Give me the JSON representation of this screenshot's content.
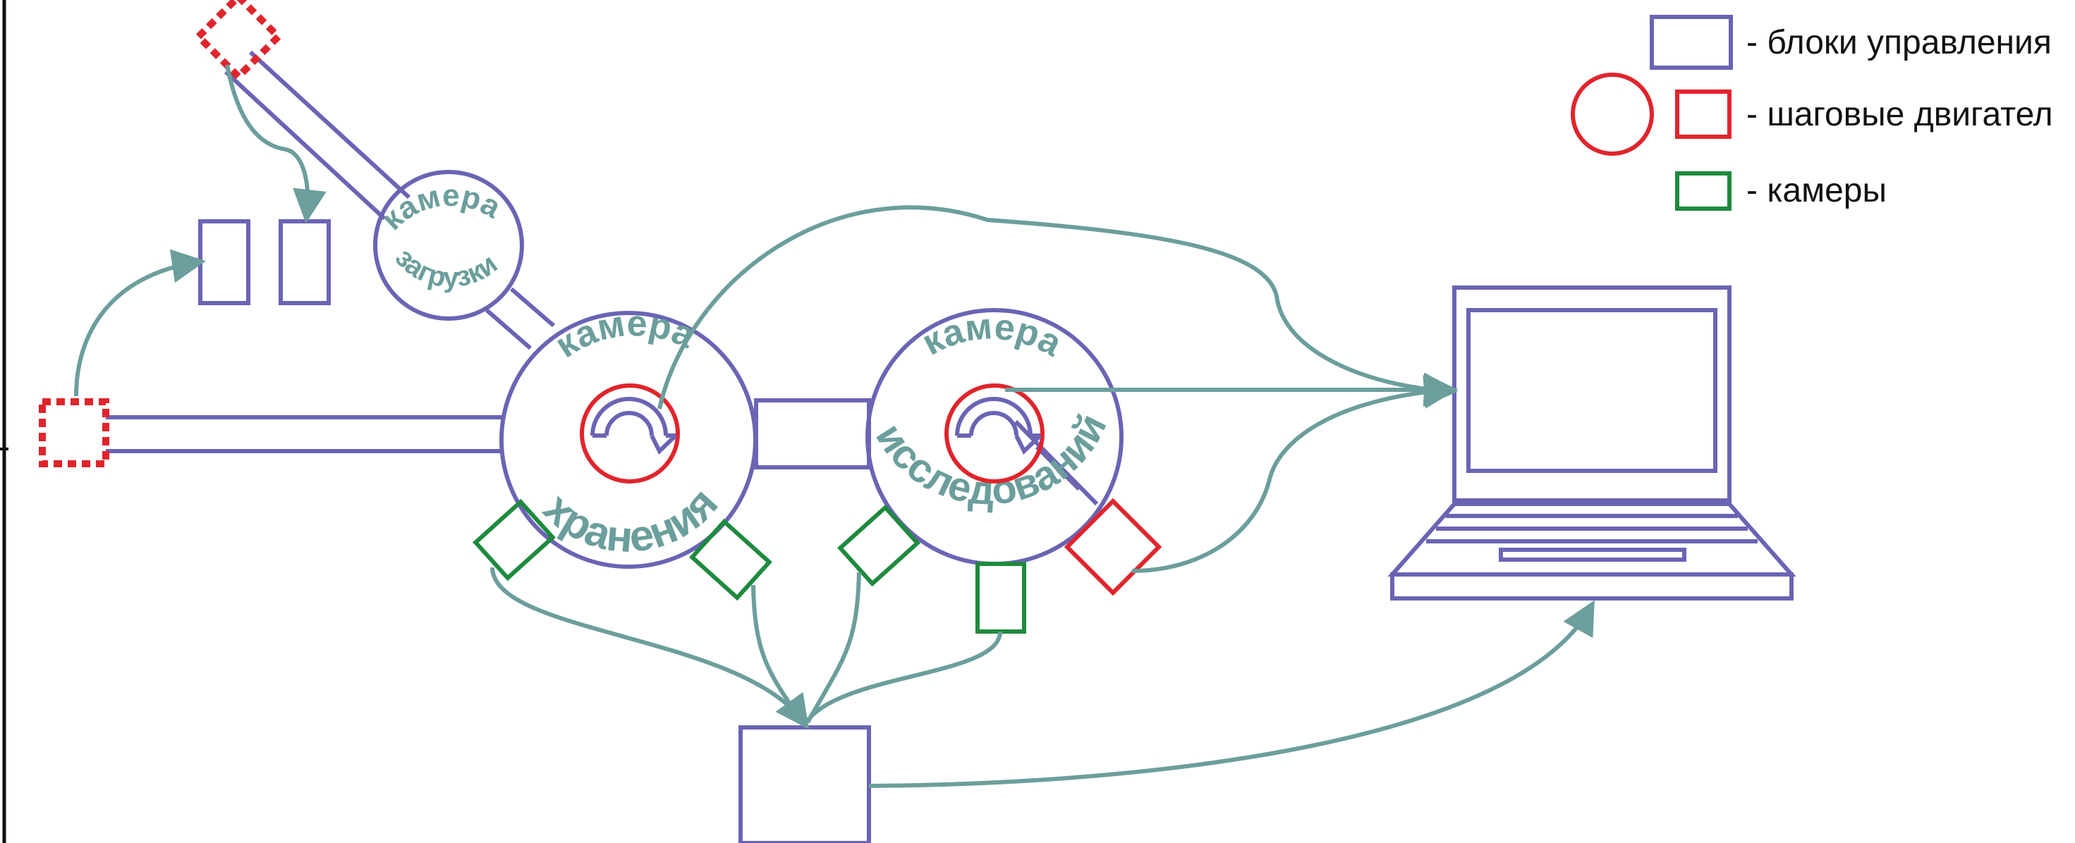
{
  "legend": {
    "control_units": "- блоки управления",
    "stepper_motors": "- шаговые двигател",
    "cameras": "- камеры"
  },
  "chambers": {
    "loading": {
      "top": "камера",
      "bottom": "загрузки"
    },
    "storage": {
      "top": "камера",
      "bottom": "хранения"
    },
    "research": {
      "top": "камера",
      "bottom": "исследований"
    }
  },
  "colors": {
    "control_unit": "#6a64b4",
    "stepper_motor": "#e0242c",
    "camera": "#1e8a3e",
    "connection": "#6b9e9c"
  }
}
